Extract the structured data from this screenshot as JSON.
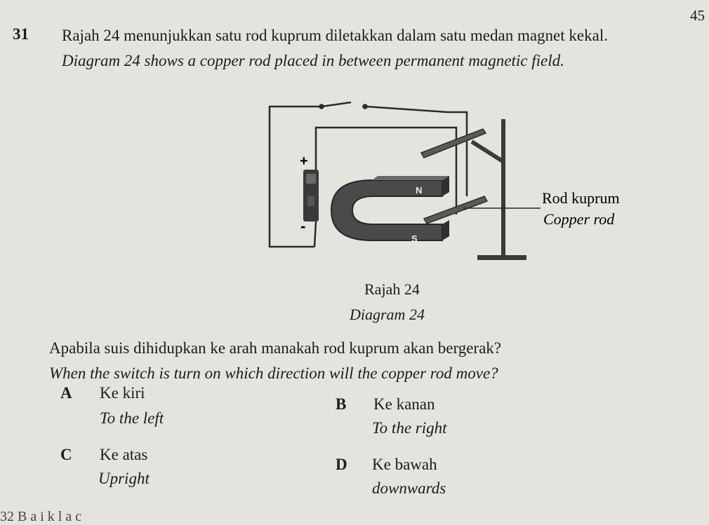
{
  "page_number": "45",
  "question": {
    "number": "31",
    "text_ms": "Rajah 24 menunjukkan satu rod kuprum diletakkan dalam satu medan magnet kekal.",
    "text_en": "Diagram 24 shows a copper rod placed in between permanent magnetic field."
  },
  "diagram": {
    "label_ms": "Rod kuprum",
    "label_en": "Copper rod",
    "plus_sign": "+",
    "minus_sign": "-",
    "pole_n": "N",
    "pole_s": "S",
    "caption_ms": "Rajah 24",
    "caption_en": "Diagram 24"
  },
  "prompt": {
    "text_ms": "Apabila suis dihidupkan ke arah manakah rod kuprum akan bergerak?",
    "text_en": "When the switch is turn on which direction will the copper rod move?"
  },
  "options": [
    {
      "letter": "A",
      "text_ms": "Ke kiri",
      "text_en": "To the left"
    },
    {
      "letter": "B",
      "text_ms": "Ke kanan",
      "text_en": "To the right"
    },
    {
      "letter": "C",
      "text_ms": "Ke atas",
      "text_en": "Upright"
    },
    {
      "letter": "D",
      "text_ms": "Ke bawah",
      "text_en": "downwards"
    }
  ],
  "footer_cut_text": "32  B a i k l a  c"
}
